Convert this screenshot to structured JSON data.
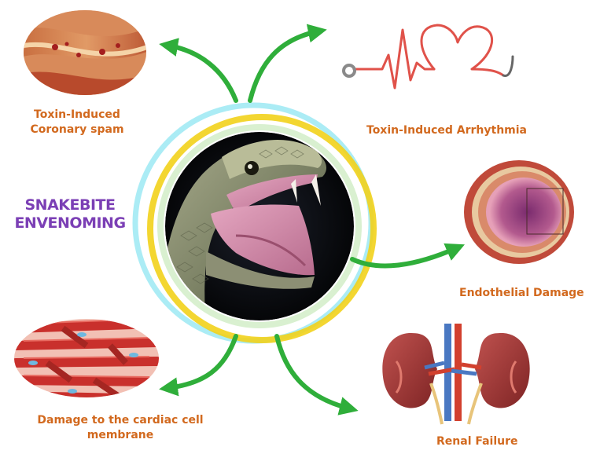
{
  "colors": {
    "label": "#d2691e",
    "center_title": "#7b3fb5",
    "arrow": "#2fae3a",
    "ring_yellow": "#f2d21b",
    "ring_cyan": "#6fd8e8"
  },
  "center": {
    "title_line1": "SNAKEBITE",
    "title_line2": "ENVENOMING",
    "image": "snake-head-open-mouth"
  },
  "effects": [
    {
      "id": "coronary",
      "line1": "Toxin-Induced",
      "line2": "Coronary spam",
      "image": "coronary-artery-illustration"
    },
    {
      "id": "arrhythmia",
      "line1": "Toxin-Induced Arrhythmia",
      "image": "stethoscope-heartbeat-icon"
    },
    {
      "id": "endothelial",
      "line1": "Endothelial Damage",
      "image": "blood-vessel-cross-section"
    },
    {
      "id": "cardiac",
      "line1": "Damage to the cardiac cell",
      "line2": "membrane",
      "image": "cardiac-muscle-fibers"
    },
    {
      "id": "renal",
      "line1": "Renal Failure",
      "image": "kidneys-illustration"
    }
  ]
}
